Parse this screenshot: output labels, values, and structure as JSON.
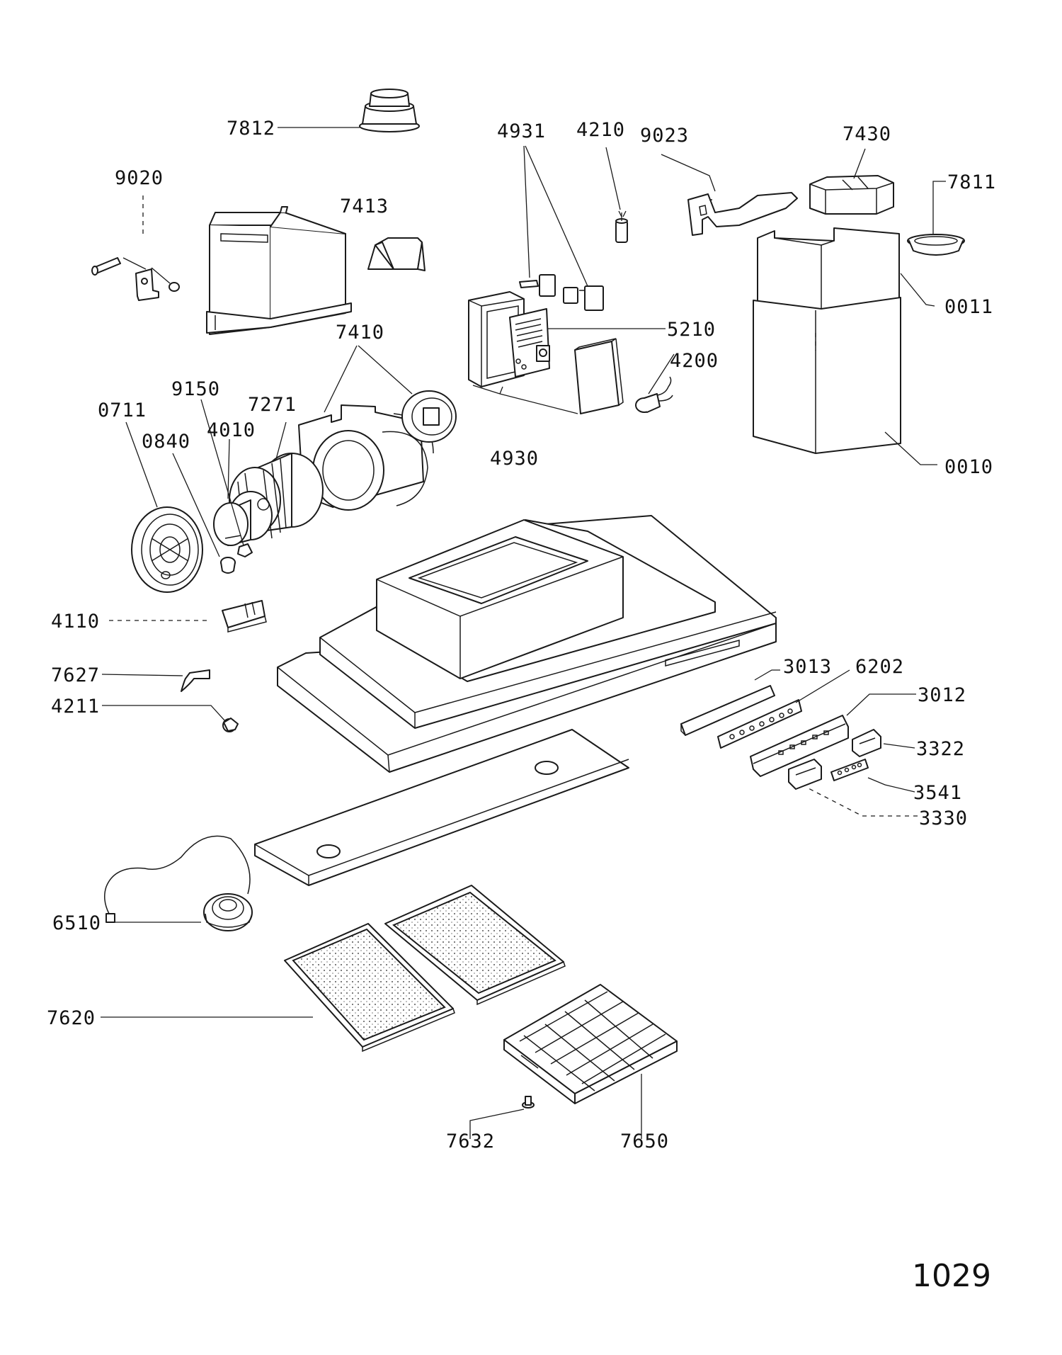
{
  "page_number": "1029",
  "parts": [
    {
      "id": "7812"
    },
    {
      "id": "4931"
    },
    {
      "id": "4210"
    },
    {
      "id": "9023"
    },
    {
      "id": "7430"
    },
    {
      "id": "9020"
    },
    {
      "id": "7811"
    },
    {
      "id": "7413"
    },
    {
      "id": "0011"
    },
    {
      "id": "5210"
    },
    {
      "id": "7410"
    },
    {
      "id": "4200"
    },
    {
      "id": "9150"
    },
    {
      "id": "7271"
    },
    {
      "id": "0711"
    },
    {
      "id": "4010"
    },
    {
      "id": "0840"
    },
    {
      "id": "4930"
    },
    {
      "id": "0010"
    },
    {
      "id": "4110"
    },
    {
      "id": "3013"
    },
    {
      "id": "6202"
    },
    {
      "id": "7627"
    },
    {
      "id": "3012"
    },
    {
      "id": "4211"
    },
    {
      "id": "3322"
    },
    {
      "id": "3541"
    },
    {
      "id": "3330"
    },
    {
      "id": "6510"
    },
    {
      "id": "7620"
    },
    {
      "id": "7632"
    },
    {
      "id": "7650"
    }
  ]
}
